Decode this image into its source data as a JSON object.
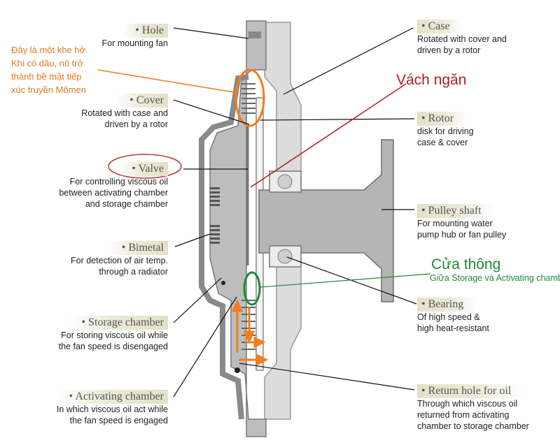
{
  "labels": {
    "hole": {
      "title": "• Hole",
      "desc": "For mounting fan"
    },
    "cover": {
      "title": "• Cover",
      "desc1": "Rotated with case and",
      "desc2": "driven by a rotor"
    },
    "valve": {
      "title": "• Valve",
      "desc1": "For controlling viscous oil",
      "desc2": "between activating chamber",
      "desc3": "and storage chamber"
    },
    "bimetal": {
      "title": "• Bimetal",
      "desc1": "For detection of air temp.",
      "desc2": "through a radiator"
    },
    "storage": {
      "title": "• Storage chamber",
      "desc1": "For storing viscous oil while",
      "desc2": "the fan speed is disengaged"
    },
    "activating": {
      "title": "• Activating chamber",
      "desc1": "In which viscous oil act while",
      "desc2": "the fan speed is engaged"
    },
    "case": {
      "title": "• Case",
      "desc1": "Rotated with cover and",
      "desc2": "driven by a rotor"
    },
    "rotor": {
      "title": "• Rotor",
      "desc1": "disk for driving",
      "desc2": "case & cover"
    },
    "pulley": {
      "title": "• Pulley shaft",
      "desc1": "For mounting water",
      "desc2": "pump hub or fan pulley"
    },
    "bearing": {
      "title": "• Bearing",
      "desc1": "Of high speed &",
      "desc2": "high heat-resistant"
    },
    "return": {
      "title": "• Return hole for oil",
      "desc1": "Through which viscous oil",
      "desc2": "returned from activating",
      "desc3": "chamber to storage chamber"
    }
  },
  "annotations": {
    "orange_note": {
      "line1": "Đây là một khe hở.",
      "line2": "Khi có dầu, nó trở",
      "line3": "thành bề mặt tiếp",
      "line4": "xúc truyền Mômen"
    },
    "vach_ngan": "Vách ngăn",
    "cua_thong": "Cửa thông",
    "cua_thong_sub": "Giữa Storage và Activating chamb"
  },
  "colors": {
    "orange": "#e07a1f",
    "red": "#b11f1f",
    "green": "#1f8a3a",
    "valve_ring": "#b33a3a"
  }
}
